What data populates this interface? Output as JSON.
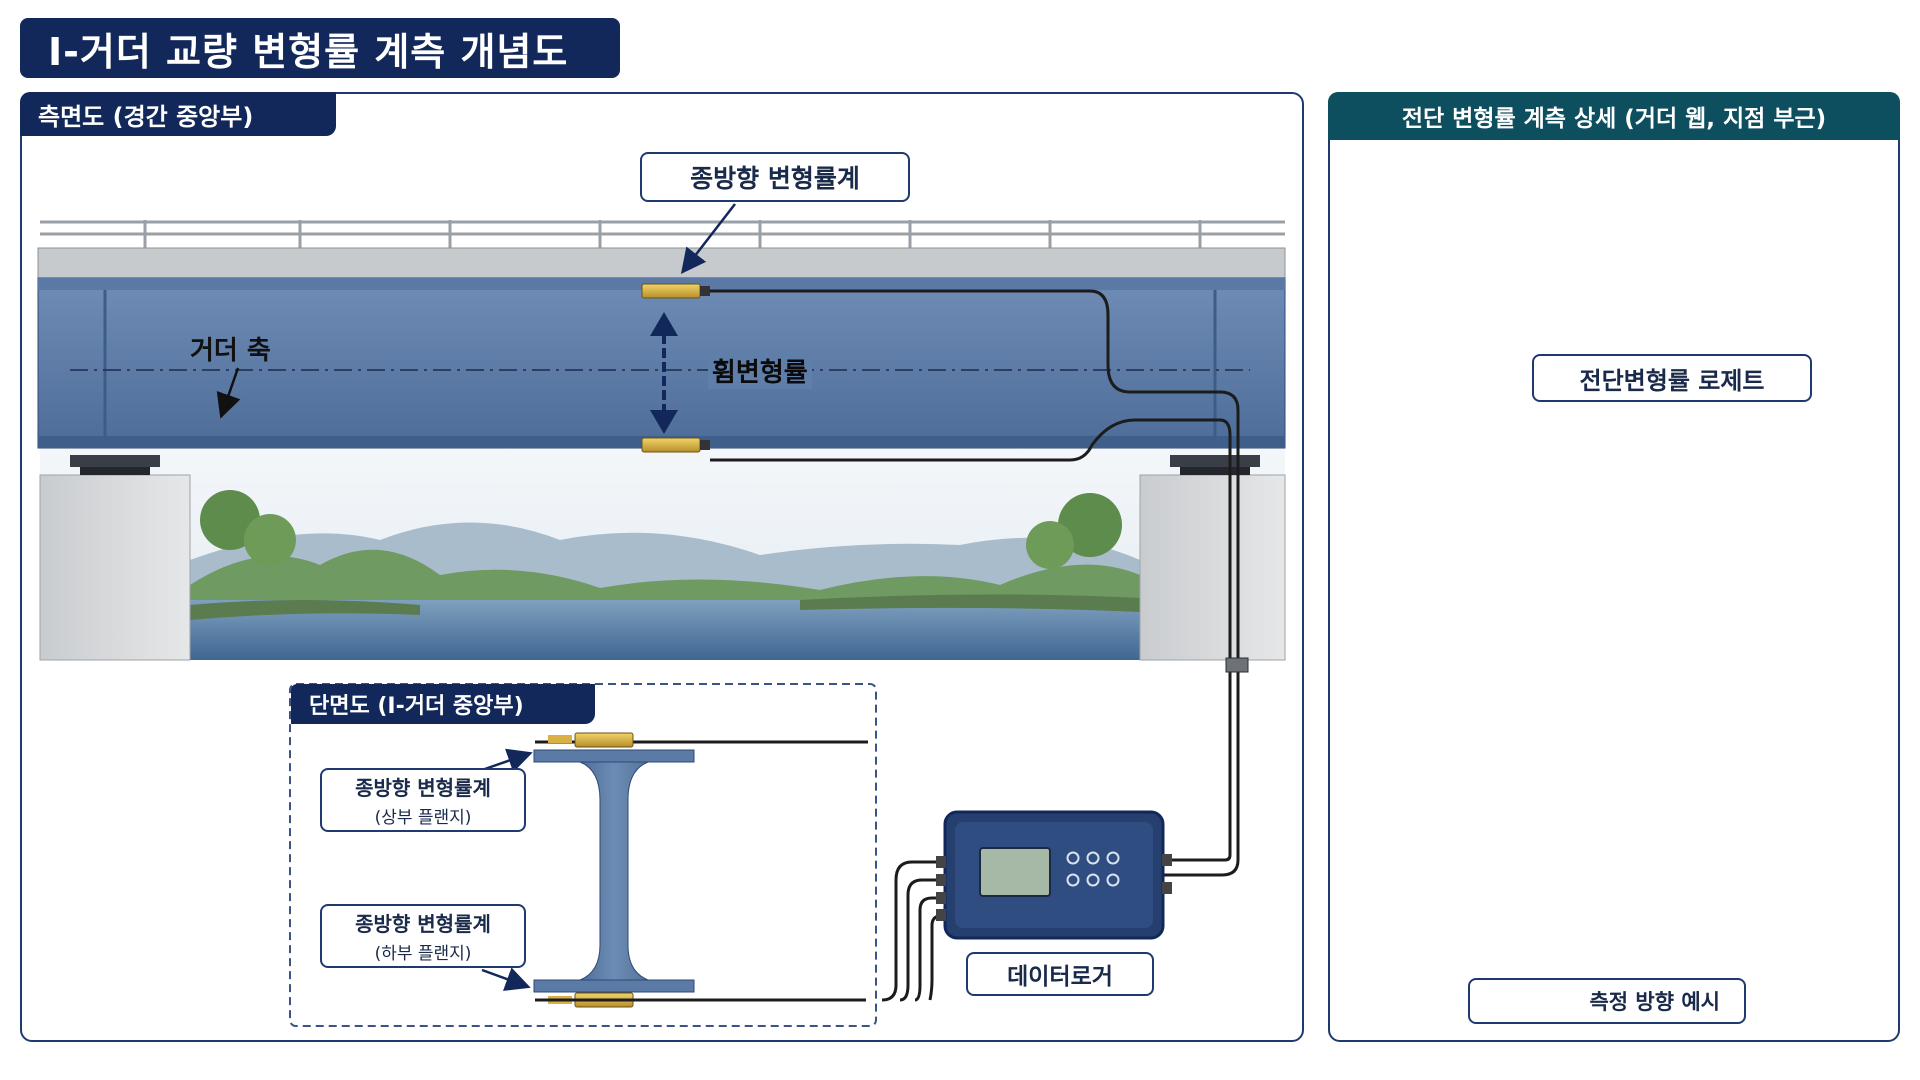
{
  "title": "I-거더 교량 변형률 계측 개념도",
  "side_view": {
    "tab": "측면도 (경간 중앙부)",
    "longitudinal_gauge_label": "종방향 변형률계",
    "girder_axis_label": "거더 축",
    "bending_strain_label": "휨변형률"
  },
  "section_view": {
    "tab": "단면도 (I-거더 중앙부)",
    "top_gauge_label": "종방향 변형률계",
    "top_gauge_sub": "(상부 플랜지)",
    "bottom_gauge_label": "종방향 변형률계",
    "bottom_gauge_sub": "(하부 플랜지)"
  },
  "datalogger": {
    "label": "데이터로거"
  },
  "shear_detail": {
    "tab": "전단 변형률 계측 상세 (거더 웹, 지점 부근)",
    "rosette_label": "전단변형률 로제트",
    "legend_label": "측정 방향 예시"
  },
  "colors": {
    "navy": "#13285a",
    "teal": "#0e4f5f",
    "steel": "#5b7aa6",
    "gauge": "#d9b347"
  }
}
